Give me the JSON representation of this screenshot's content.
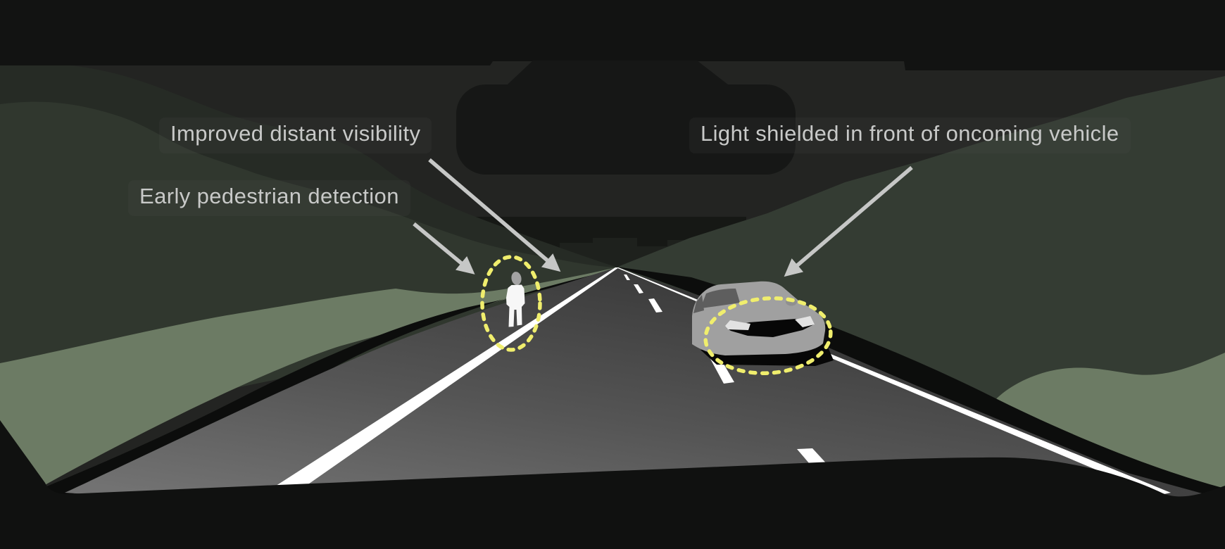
{
  "scene": {
    "title": "Adaptive headlight night-driving illustration",
    "labels": {
      "improved": "Improved distant visibility",
      "pedestrian": "Early pedestrian detection",
      "shielded": "Light shielded in front of oncoming vehicle"
    },
    "icons": [
      "rearview-mirror-silhouette-icon",
      "pedestrian-silhouette-icon",
      "oncoming-car-icon",
      "arrow-annotation-icon",
      "dotted-highlight-ellipse-icon"
    ]
  },
  "colors": {
    "sky": "#232422",
    "night_band": "#121312",
    "mirror": "#161716",
    "horizon_dark": "#161815",
    "horizon_bump": "#1e211d",
    "hill_back": "#262b25",
    "hill_main": "#30372e",
    "hill_right": "#343c33",
    "hill_light": "#6c7b64",
    "ditch_black": "#0c0d0c",
    "shoulder": "#3b3b3b",
    "marking_white": "#ffffff",
    "text_gray": "#c8c9c8",
    "arrow_gray": "#c6c7c6",
    "highlight_yellow": "#f0ee6d",
    "car_body": "#a0a0a0",
    "car_glass": "#5e5e5e",
    "car_detail_black": "#070707",
    "headlight": "#e2e2e2",
    "pedestrian_white": "#f7f7f7",
    "pedestrian_head": "#a3a3a3",
    "dashboard": "#101110"
  }
}
